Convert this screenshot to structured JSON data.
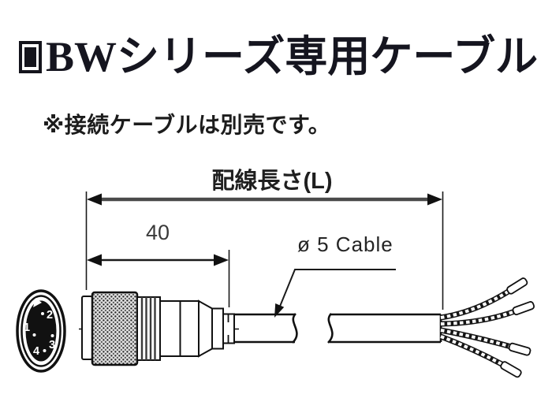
{
  "header": {
    "title": "BWシリーズ専用ケーブル",
    "note": "※接続ケーブルは別売です。"
  },
  "diagram": {
    "labels": {
      "wiring_length": "配線長さ(L)",
      "connector_length": "40",
      "cable_size": "ø 5 Cable"
    },
    "pins": [
      {
        "number": "1"
      },
      {
        "number": "2"
      },
      {
        "number": "3"
      },
      {
        "number": "4"
      }
    ],
    "colors": {
      "line": "#1a1a1a",
      "dim_line_long": "#4a4a4a",
      "title_text": "#15151f",
      "background": "#ffffff"
    }
  }
}
